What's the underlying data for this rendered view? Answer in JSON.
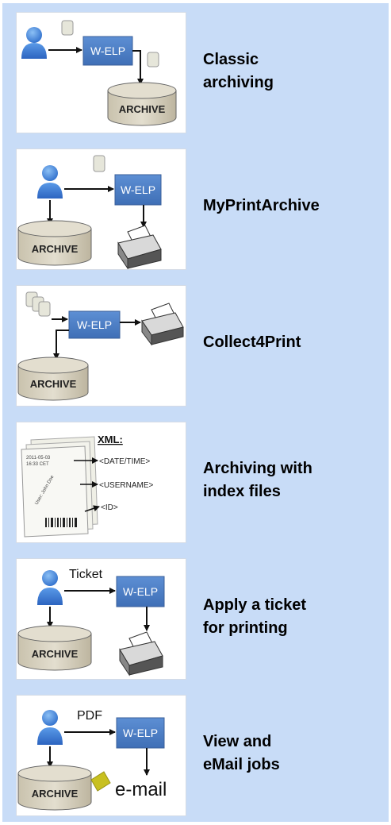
{
  "colors": {
    "panel": "#c8dcf7",
    "box": "#4a7cc4",
    "person": "#3d7fd8",
    "archive": "#d9d3c1"
  },
  "rows": [
    {
      "title_lines": [
        "Classic",
        "archiving"
      ],
      "box_label": "W-ELP",
      "archive_label": "ARCHIVE"
    },
    {
      "title_lines": [
        "MyPrintArchive"
      ],
      "box_label": "W-ELP",
      "archive_label": "ARCHIVE"
    },
    {
      "title_lines": [
        "Collect4Print"
      ],
      "box_label": "W-ELP",
      "archive_label": "ARCHIVE"
    },
    {
      "title_lines": [
        "Archiving with",
        "index files"
      ],
      "xml_title": "XML:",
      "fields": [
        "<DATE/TIME>",
        "<USERNAME>",
        "<ID>"
      ],
      "doc_date": "2011-05-03",
      "doc_time": "16:33 CET",
      "doc_user": "User: John Doe"
    },
    {
      "title_lines": [
        "Apply a ticket",
        "for printing"
      ],
      "box_label": "W-ELP",
      "archive_label": "ARCHIVE",
      "arrow_label": "Ticket"
    },
    {
      "title_lines": [
        "View and",
        "eMail jobs"
      ],
      "box_label": "W-ELP",
      "archive_label": "ARCHIVE",
      "arrow_label": "PDF",
      "mail_label": "e-mail"
    }
  ]
}
